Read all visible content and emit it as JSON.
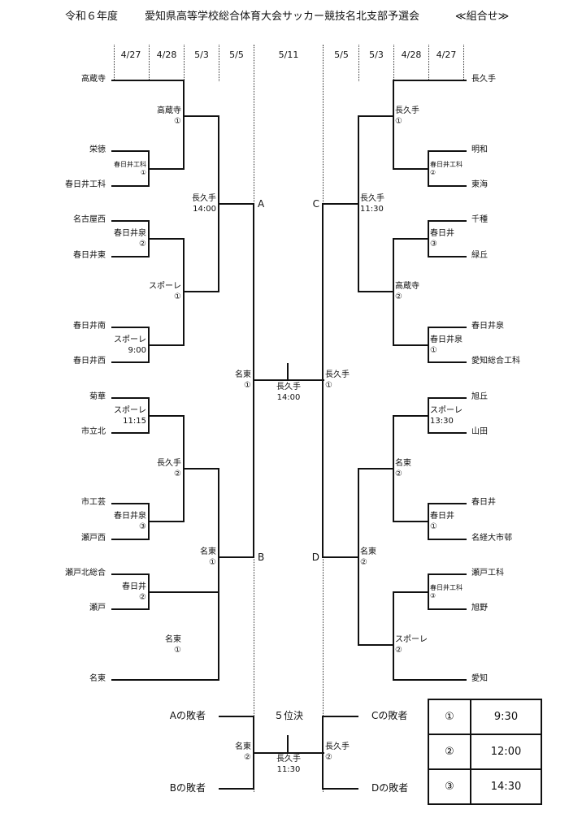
{
  "title": {
    "year": "令和６年度",
    "name": "愛知県高等学校総合体育大会サッカー競技名北支部予選会",
    "tag": "≪組合せ≫"
  },
  "date_headers": {
    "left": [
      "4/27",
      "4/28",
      "5/3",
      "5/5"
    ],
    "center": "5/11",
    "right": [
      "5/5",
      "5/3",
      "4/28",
      "4/27"
    ]
  },
  "left_teams": [
    "高蔵寺",
    "栄徳",
    "春日井工科",
    "名古屋西",
    "春日井東",
    "春日井南",
    "春日井西",
    "菊華",
    "市立北",
    "市工芸",
    "瀬戸西",
    "瀬戸北総合",
    "瀬戸",
    "名東"
  ],
  "right_teams": [
    "長久手",
    "明和",
    "東海",
    "千種",
    "緑丘",
    "春日井泉",
    "愛知総合工科",
    "旭丘",
    "山田",
    "春日井",
    "名経大市邨",
    "瀬戸工科",
    "旭野",
    "愛知"
  ],
  "left_results": {
    "r1_kasugaikouka": {
      "team": "春日井工科",
      "venue": "①"
    },
    "r1_kasugaiizumi": {
      "team": "春日井泉",
      "venue": "②"
    },
    "r1_sporle_top": {
      "team": "スポーレ",
      "time": "9:00"
    },
    "r1_sporle_bottom": {
      "team": "スポーレ",
      "time": "11:15"
    },
    "r1_kasugaiizumi2": {
      "team": "春日井泉",
      "venue": "③"
    },
    "r1_kasugai": {
      "team": "春日井",
      "venue": "②"
    },
    "r2_kozoji": {
      "team": "高蔵寺",
      "venue": "①"
    },
    "r2_sporle": {
      "team": "スポーレ",
      "venue": "①"
    },
    "r2_nagakute": {
      "team": "長久手",
      "venue": "②"
    },
    "r2_meito": {
      "team": "名東",
      "venue": "①"
    },
    "r3_nagakute": {
      "team": "長久手",
      "time": "14:00"
    },
    "r3_meito": {
      "team": "名東",
      "venue": "①"
    },
    "semi": {
      "team": "名東",
      "venue": "①"
    }
  },
  "right_results": {
    "r1_kasugaikouka": {
      "team": "春日井工科",
      "venue": "②"
    },
    "r1_kasugai_top": {
      "team": "春日井",
      "venue": "③"
    },
    "r1_kasugaiizumi": {
      "team": "春日井泉",
      "venue": "①"
    },
    "r1_sporle": {
      "team": "スポーレ",
      "time": "13:30"
    },
    "r1_kasugai_bottom": {
      "team": "春日井",
      "venue": "①"
    },
    "r1_kasugaikouka2": {
      "team": "春日井工科",
      "venue": "③"
    },
    "r2_nagakute": {
      "team": "長久手",
      "venue": "①"
    },
    "r2_kozoji": {
      "team": "高蔵寺",
      "venue": "②"
    },
    "r2_meito": {
      "team": "名東",
      "venue": "②"
    },
    "r2_sporle": {
      "team": "スポーレ",
      "venue": "②"
    },
    "r3_nagakute": {
      "team": "長久手",
      "time": "11:30"
    },
    "r3_meito": {
      "team": "名東",
      "venue": "②"
    },
    "semi": {
      "team": "長久手",
      "venue": "①"
    }
  },
  "block_labels": {
    "a": "A",
    "b": "B",
    "c": "C",
    "d": "D"
  },
  "final": {
    "team": "長久手",
    "time": "14:00"
  },
  "fifth_place": {
    "title": "５位決",
    "a_loser": "Aの敗者",
    "b_loser": "Bの敗者",
    "c_loser": "Cの敗者",
    "d_loser": "Dの敗者",
    "left_team": "名東",
    "left_venue": "②",
    "right_team": "長久手",
    "right_venue": "②",
    "winner": "長久手",
    "time": "11:30"
  },
  "venue_times": [
    {
      "venue": "①",
      "time": "9:30"
    },
    {
      "venue": "②",
      "time": "12:00"
    },
    {
      "venue": "③",
      "time": "14:30"
    }
  ]
}
